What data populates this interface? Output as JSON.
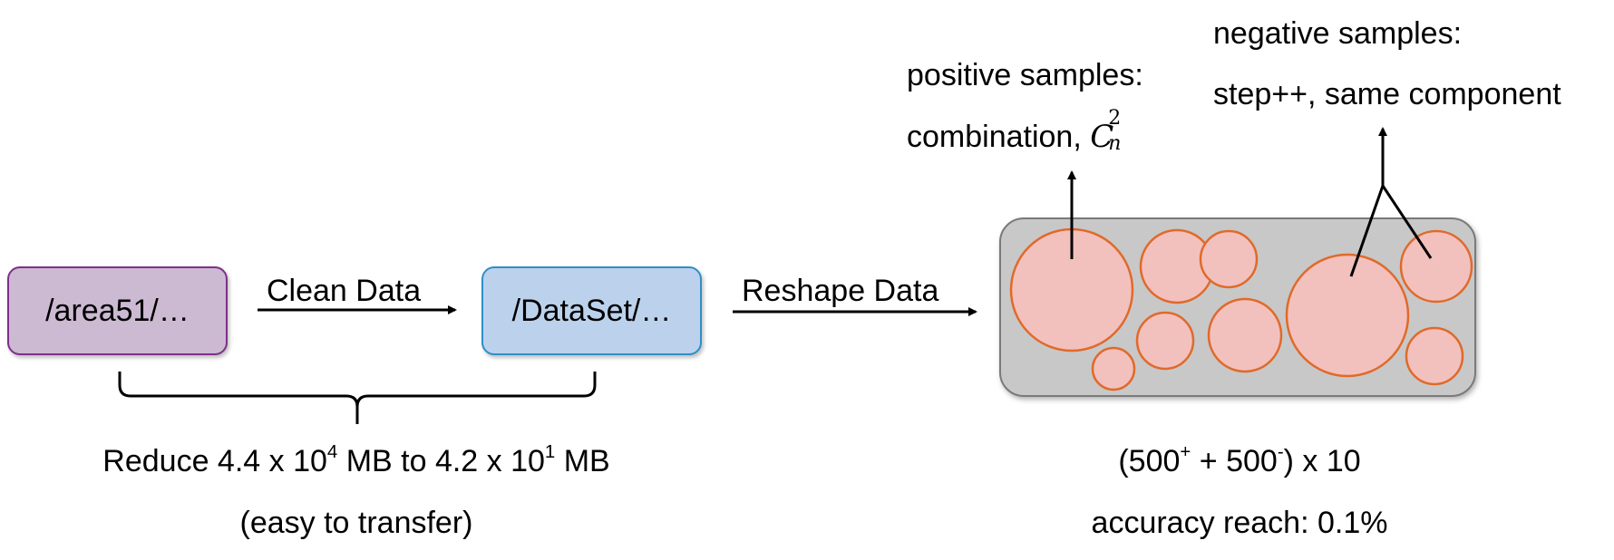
{
  "boxes": {
    "source": {
      "label": "/area51/…",
      "fill": "#ccbad2",
      "border": "#7f2f8a"
    },
    "target": {
      "label": "/DataSet/…",
      "fill": "#bcd2ec",
      "border": "#2e8fc8"
    }
  },
  "arrows": {
    "clean": "Clean Data",
    "reshape": "Reshape Data"
  },
  "reduction": {
    "prefix": "Reduce 4.4 x 10",
    "exp1": "4",
    "middle": " MB to 4.2 x 10",
    "exp2": "1",
    "suffix": " MB",
    "note": "(easy to transfer)"
  },
  "positive": {
    "title": "positive samples:",
    "text": "combination, ",
    "math_base": "C",
    "math_sup": "2",
    "math_sub": "n"
  },
  "negative": {
    "title": "negative samples:",
    "text": "step++, same component"
  },
  "dataset_summary": {
    "open": "(500",
    "plus_sup": "+",
    "middle": " + 500",
    "minus_sup": "-",
    "close": ") x 10",
    "accuracy": "accuracy reach: 0.1%"
  },
  "colors": {
    "panel_fill": "#c8c8c8",
    "panel_border": "#7a7a7a",
    "circle_fill": "#f2c1bd",
    "circle_border": "#e06a2a"
  }
}
